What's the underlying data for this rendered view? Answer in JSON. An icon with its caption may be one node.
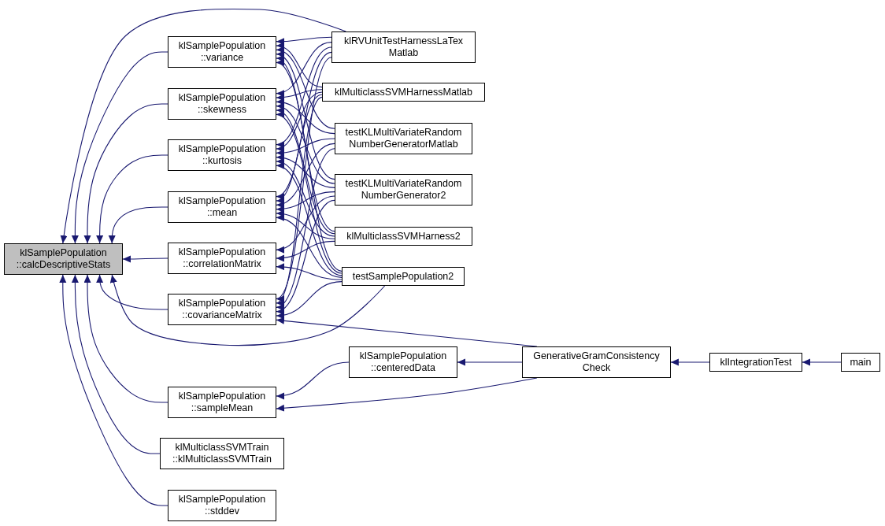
{
  "diagram": {
    "nodes": [
      {
        "text": [
          "klSamplePopulation ::calcDescriptiveStats"
        ]
      },
      {
        "text": [
          "klSamplePopulation ::variance"
        ]
      },
      {
        "text": [
          "klSamplePopulation ::skewness"
        ]
      },
      {
        "text": [
          "klSamplePopulation ::kurtosis"
        ]
      },
      {
        "text": [
          "klSamplePopulation ::mean"
        ]
      },
      {
        "text": [
          "klSamplePopulation ::correlationMatrix"
        ]
      },
      {
        "text": [
          "klSamplePopulation ::covarianceMatrix"
        ]
      },
      {
        "text": [
          "klSamplePopulation ::sampleMean"
        ]
      },
      {
        "text": [
          "klMulticlassSVMTrain ::klMulticlassSVMTrain"
        ]
      },
      {
        "text": [
          "klSamplePopulation ::stddev"
        ]
      },
      {
        "text": [
          "klRVUnitTestHarnessLaTex Matlab"
        ]
      },
      {
        "text": [
          "klMulticlassSVMHarnessMatlab"
        ]
      },
      {
        "text": [
          "testKLMultiVariateRandom NumberGeneratorMatlab"
        ]
      },
      {
        "text": [
          "testKLMultiVariateRandom NumberGenerator2"
        ]
      },
      {
        "text": [
          "klMulticlassSVMHarness2"
        ]
      },
      {
        "text": [
          "testSamplePopulation2"
        ]
      },
      {
        "text": [
          "klSamplePopulation ::centeredData"
        ]
      },
      {
        "text": [
          "GenerativeGramConsistency Check"
        ]
      },
      {
        "text": [
          "klIntegrationTest"
        ]
      },
      {
        "text": [
          "main"
        ]
      }
    ],
    "edges": [
      {
        "from": 1,
        "to": 0,
        "arrow": "to"
      },
      {
        "from": 2,
        "to": 0,
        "arrow": "to"
      },
      {
        "from": 3,
        "to": 0,
        "arrow": "to"
      },
      {
        "from": 4,
        "to": 0,
        "arrow": "to"
      },
      {
        "from": 5,
        "to": 0,
        "arrow": "to"
      },
      {
        "from": 6,
        "to": 0,
        "arrow": "to"
      },
      {
        "from": 7,
        "to": 0,
        "arrow": "to"
      },
      {
        "from": 8,
        "to": 0,
        "arrow": "to"
      },
      {
        "from": 9,
        "to": 0,
        "arrow": "to"
      },
      {
        "from": 10,
        "to": 0,
        "arrow": "to"
      },
      {
        "from": 15,
        "to": 0,
        "arrow": "to"
      },
      {
        "from": 10,
        "to": 1,
        "arrow": "to"
      },
      {
        "from": 11,
        "to": 1,
        "arrow": "to"
      },
      {
        "from": 12,
        "to": 1,
        "arrow": "to"
      },
      {
        "from": 13,
        "to": 1,
        "arrow": "to"
      },
      {
        "from": 14,
        "to": 1,
        "arrow": "to"
      },
      {
        "from": 15,
        "to": 1,
        "arrow": "to"
      },
      {
        "from": 10,
        "to": 2,
        "arrow": "to"
      },
      {
        "from": 11,
        "to": 2,
        "arrow": "to"
      },
      {
        "from": 12,
        "to": 2,
        "arrow": "to"
      },
      {
        "from": 13,
        "to": 2,
        "arrow": "to"
      },
      {
        "from": 14,
        "to": 2,
        "arrow": "to"
      },
      {
        "from": 15,
        "to": 2,
        "arrow": "to"
      },
      {
        "from": 10,
        "to": 3,
        "arrow": "to"
      },
      {
        "from": 11,
        "to": 3,
        "arrow": "to"
      },
      {
        "from": 12,
        "to": 3,
        "arrow": "to"
      },
      {
        "from": 13,
        "to": 3,
        "arrow": "to"
      },
      {
        "from": 14,
        "to": 3,
        "arrow": "to"
      },
      {
        "from": 15,
        "to": 3,
        "arrow": "to"
      },
      {
        "from": 10,
        "to": 4,
        "arrow": "to"
      },
      {
        "from": 11,
        "to": 4,
        "arrow": "to"
      },
      {
        "from": 12,
        "to": 4,
        "arrow": "to"
      },
      {
        "from": 13,
        "to": 4,
        "arrow": "to"
      },
      {
        "from": 14,
        "to": 4,
        "arrow": "to"
      },
      {
        "from": 15,
        "to": 4,
        "arrow": "to"
      },
      {
        "from": 13,
        "to": 5,
        "arrow": "to"
      },
      {
        "from": 14,
        "to": 5,
        "arrow": "to"
      },
      {
        "from": 15,
        "to": 5,
        "arrow": "to"
      },
      {
        "from": 10,
        "to": 6,
        "arrow": "to"
      },
      {
        "from": 11,
        "to": 6,
        "arrow": "to"
      },
      {
        "from": 12,
        "to": 6,
        "arrow": "to"
      },
      {
        "from": 13,
        "to": 6,
        "arrow": "to"
      },
      {
        "from": 15,
        "to": 6,
        "arrow": "to"
      },
      {
        "from": 17,
        "to": 6,
        "arrow": "to"
      },
      {
        "from": 16,
        "to": 7,
        "arrow": "to"
      },
      {
        "from": 17,
        "to": 7,
        "arrow": "to"
      },
      {
        "from": 17,
        "to": 16,
        "arrow": "to"
      },
      {
        "from": 18,
        "to": 17,
        "arrow": "to"
      },
      {
        "from": 19,
        "to": 18,
        "arrow": "to"
      }
    ]
  }
}
